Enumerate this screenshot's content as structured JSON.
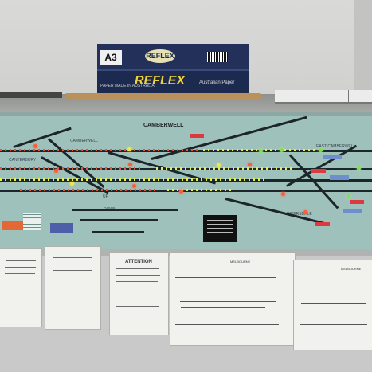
{
  "paper_box": {
    "size_label": "A3",
    "top_logo": "REFLEX",
    "main_logo": "REFLEX",
    "brand": "Australian Paper",
    "small_print": "PAPER MADE IN AUSTRALIA"
  },
  "panel": {
    "title": "CAMBERWELL",
    "labels": [
      "CAMBERWELL",
      "EAST CAMBERWELL",
      "CANTERBURY",
      "RIVERSDALE",
      "UP",
      "DOWN"
    ]
  },
  "notices": {
    "attention_title": "ATTENTION",
    "document_title": "MELBOURNE",
    "document_title_2": "MELBOURNE"
  },
  "colors": {
    "panel": "#9fc1bb",
    "track": "#1c2529",
    "signal_red": "#ff5a3a",
    "signal_yellow": "#f4e54b",
    "signal_green": "#84dc5e",
    "box_blue": "#1d2a4f",
    "wood": "#b9915d"
  },
  "icons": {
    "box": "paper-box-icon",
    "signal": "signal-lamp-icon",
    "document": "document-icon"
  }
}
